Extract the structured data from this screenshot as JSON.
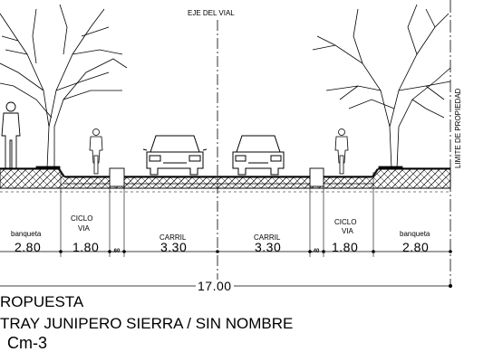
{
  "header": {
    "axis_label": "EJE DEL VIAL"
  },
  "property_limit": "LIMITE DE PROPIEDAD",
  "sections": {
    "left_sidewalk": {
      "label": "banqueta",
      "dim": "2.80"
    },
    "left_cycle": {
      "label_line1": "CICLO",
      "label_line2": "VIA",
      "dim": "1.80"
    },
    "left_gap": {
      "dim": ".60"
    },
    "left_lane": {
      "label": "CARRIL",
      "dim": "3.30"
    },
    "right_lane": {
      "label": "CARRIL",
      "dim": "3.30"
    },
    "right_gap": {
      "dim": ".40"
    },
    "right_cycle": {
      "label_line1": "CICLO",
      "label_line2": "VIA",
      "dim": "1.80"
    },
    "right_sidewalk": {
      "label": "banqueta",
      "dim": "2.80"
    }
  },
  "total_width": "17.00",
  "title": {
    "line1": "ROPUESTA",
    "line2": "TRAY JUNIPERO SIERRA / SIN NOMBRE",
    "line3": "Cm-3"
  }
}
